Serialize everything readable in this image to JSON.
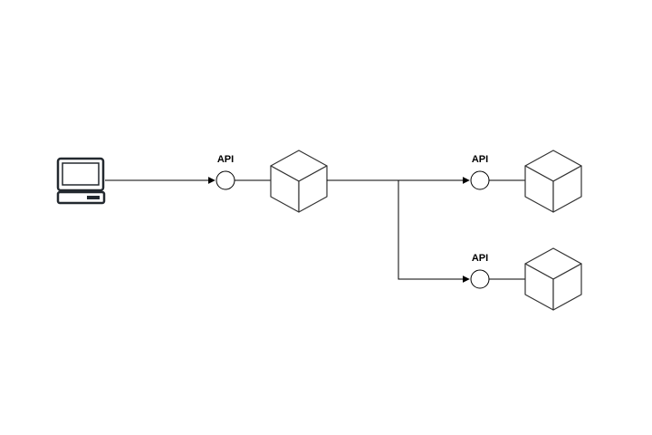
{
  "diagram": {
    "nodes": {
      "client": {
        "icon": "laptop-computer-icon"
      },
      "service_main": {
        "icon": "cube-icon"
      },
      "service_top": {
        "icon": "cube-icon"
      },
      "service_bottom": {
        "icon": "cube-icon"
      }
    },
    "interfaces": [
      {
        "label": "API"
      },
      {
        "label": "API"
      },
      {
        "label": "API"
      }
    ],
    "colors": {
      "stroke": "#000000",
      "icon_stroke": "#23292f",
      "cube_stroke": "#333333",
      "background": "#ffffff"
    }
  }
}
